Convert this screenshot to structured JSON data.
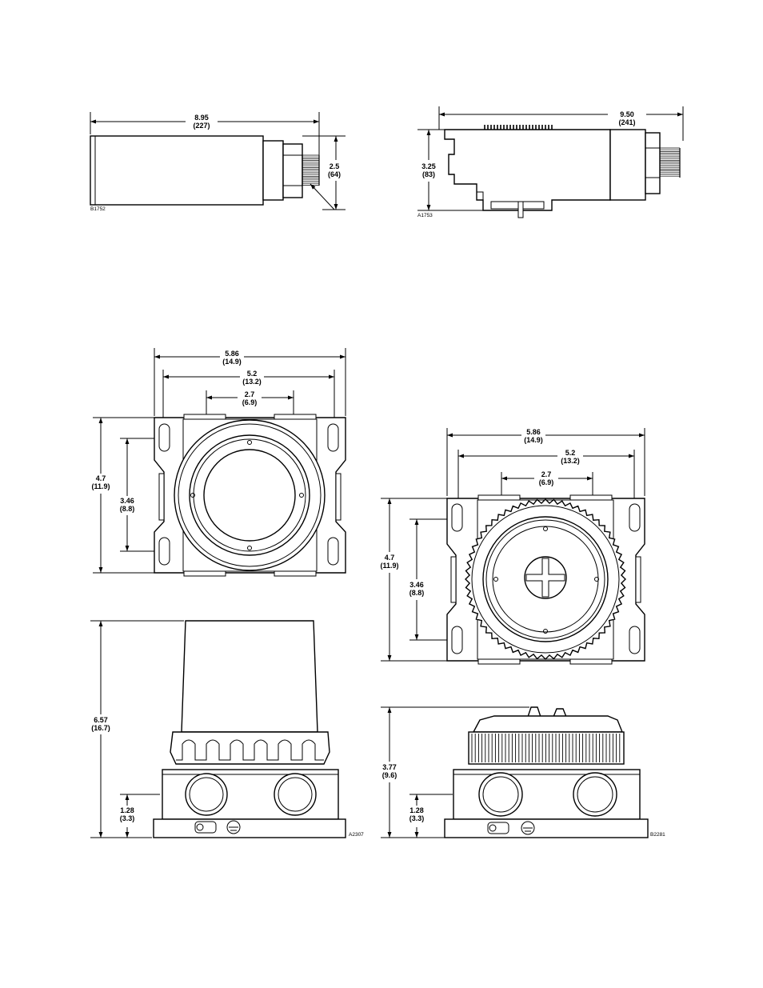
{
  "figures": [
    {
      "id": "fig-b1752",
      "code": "B1752",
      "dims": [
        {
          "value": "8.95",
          "metric": "(227)"
        },
        {
          "value": "2.5",
          "metric": "(64)"
        }
      ]
    },
    {
      "id": "fig-a1753",
      "code": "A1753",
      "dims": [
        {
          "value": "9.50",
          "metric": "(241)"
        },
        {
          "value": "3.25",
          "metric": "(83)"
        }
      ]
    },
    {
      "id": "fig-a2307",
      "code": "A2307",
      "dims": [
        {
          "value": "5.86",
          "metric": "(14.9)"
        },
        {
          "value": "5.2",
          "metric": "(13.2)"
        },
        {
          "value": "2.7",
          "metric": "(6.9)"
        },
        {
          "value": "4.7",
          "metric": "(11.9)"
        },
        {
          "value": "3.46",
          "metric": "(8.8)"
        },
        {
          "value": "6.57",
          "metric": "(16.7)"
        },
        {
          "value": "1.28",
          "metric": "(3.3)"
        }
      ]
    },
    {
      "id": "fig-b2281",
      "code": "B2281",
      "dims": [
        {
          "value": "5.86",
          "metric": "(14.9)"
        },
        {
          "value": "5.2",
          "metric": "(13.2)"
        },
        {
          "value": "2.7",
          "metric": "(6.9)"
        },
        {
          "value": "4.7",
          "metric": "(11.9)"
        },
        {
          "value": "3.46",
          "metric": "(8.8)"
        },
        {
          "value": "3.77",
          "metric": "(9.6)"
        },
        {
          "value": "1.28",
          "metric": "(3.3)"
        }
      ]
    }
  ]
}
